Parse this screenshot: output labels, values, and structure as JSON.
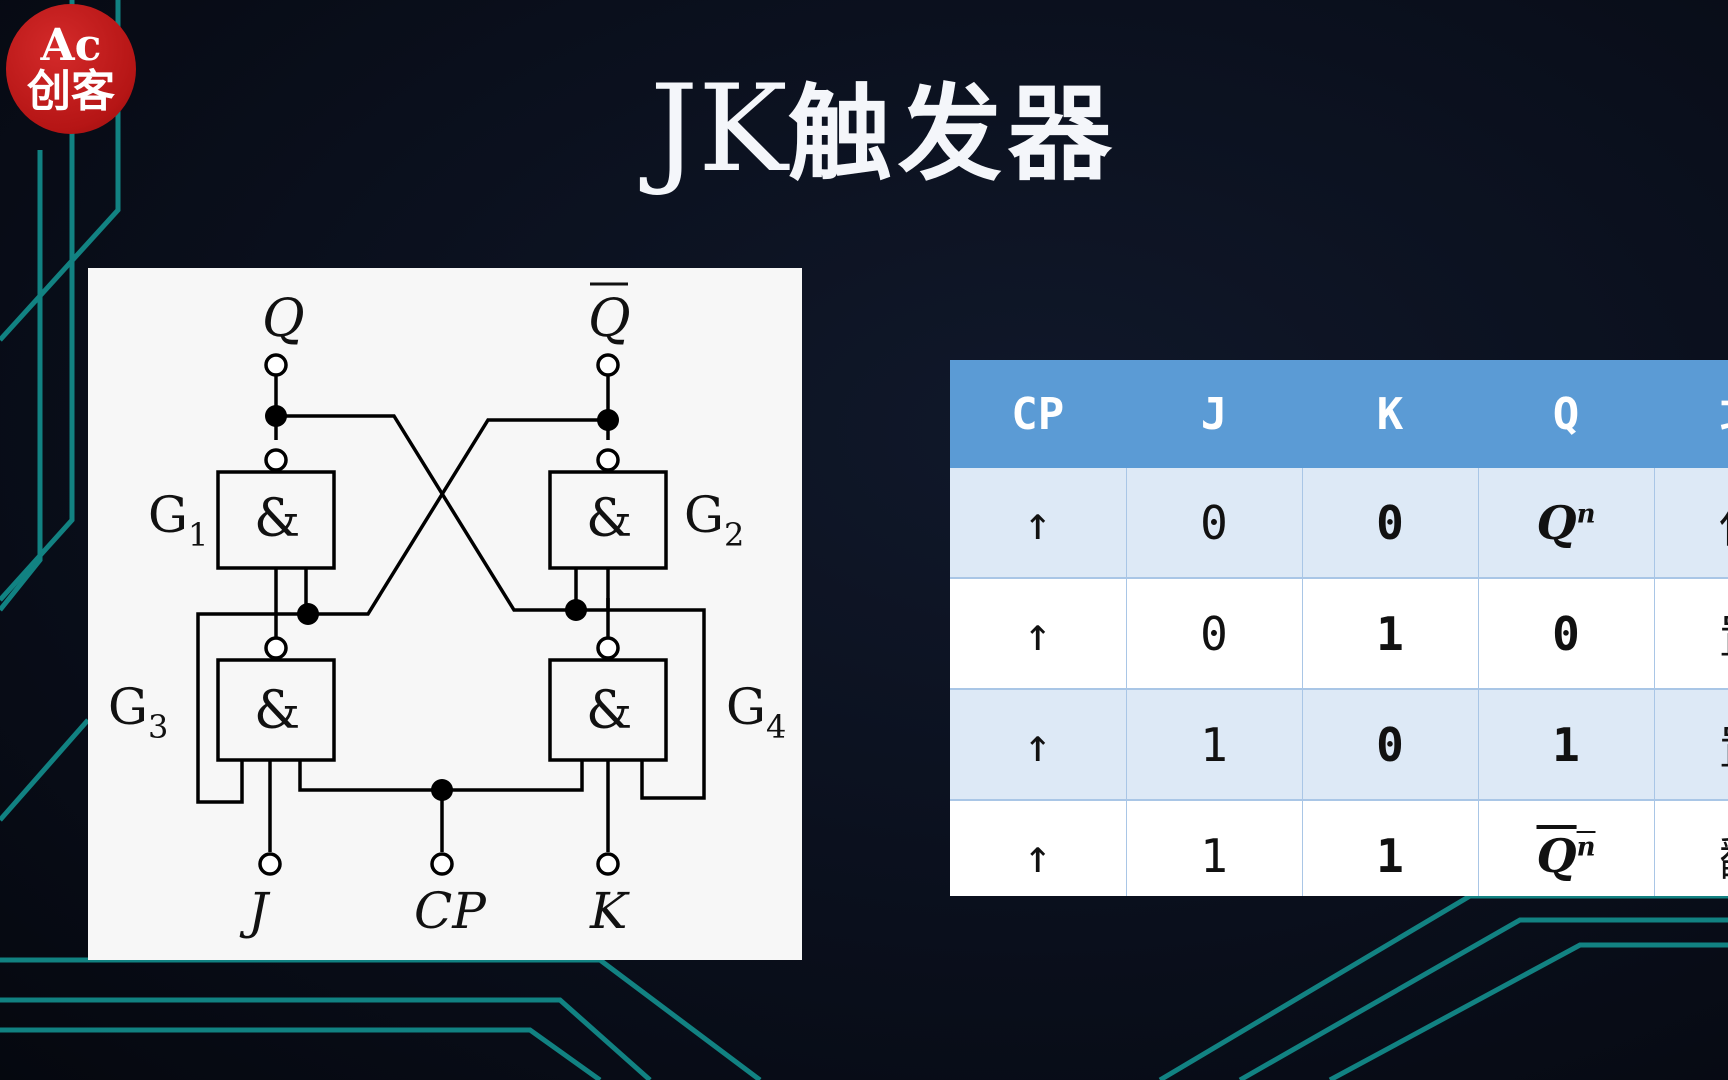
{
  "logo": {
    "line1": "Ac",
    "line2": "创客"
  },
  "title": {
    "prefix": "JK",
    "suffix": "触发器"
  },
  "circuit": {
    "labels": {
      "q": "Q",
      "qbar": "Q",
      "g1": "G",
      "g1_sub": "1",
      "g2": "G",
      "g2_sub": "2",
      "g3": "G",
      "g3_sub": "3",
      "g4": "G",
      "g4_sub": "4",
      "and_symbol": "&",
      "j": "J",
      "cp": "CP",
      "k": "K"
    }
  },
  "truth_table": {
    "headers": [
      "CP",
      "J",
      "K",
      "Q",
      "功"
    ],
    "rows": [
      {
        "cp": "↑",
        "j": "0",
        "k": "0",
        "q_base": "Q",
        "q_sup": "n",
        "q_overline": false,
        "fn": "保"
      },
      {
        "cp": "↑",
        "j": "0",
        "k": "1",
        "q_base": "0",
        "q_sup": "",
        "q_overline": false,
        "fn": "置"
      },
      {
        "cp": "↑",
        "j": "1",
        "k": "0",
        "q_base": "1",
        "q_sup": "",
        "q_overline": false,
        "fn": "置"
      },
      {
        "cp": "↑",
        "j": "1",
        "k": "1",
        "q_base": "Q",
        "q_sup": "n",
        "q_overline": true,
        "fn": "翻"
      }
    ]
  },
  "colors": {
    "accent_lines": "#14a3a0",
    "table_header": "#5b9bd5",
    "table_row_alt": "#dde9f6",
    "logo_red": "#b51515"
  }
}
